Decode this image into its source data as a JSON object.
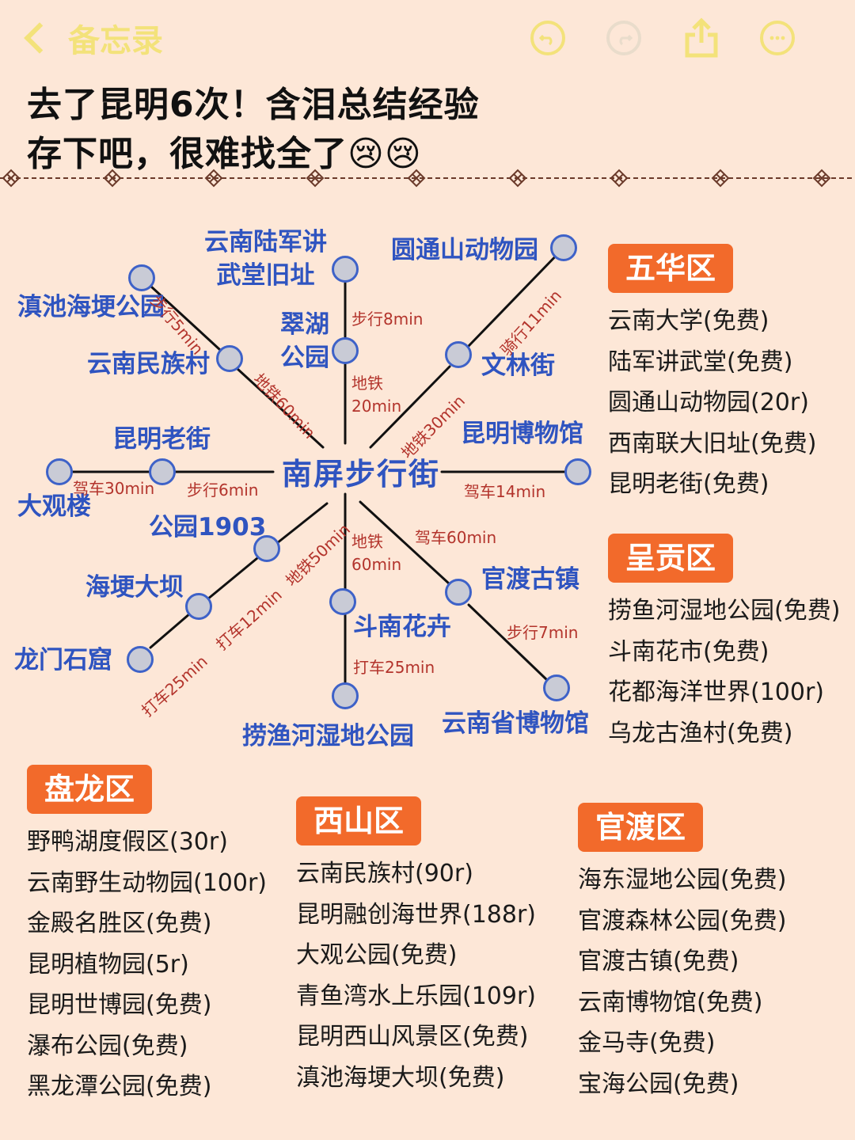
{
  "nav": {
    "back_label": "备忘录"
  },
  "colors": {
    "background": "#fde7d7",
    "accent": "#f3e27a",
    "badge": "#f26a2b",
    "place": "#2f54c0",
    "route": "#b3342c",
    "node_border": "#3e62c8",
    "node_fill": "#c9cbd6"
  },
  "toolbar": {
    "icons": [
      "undo-icon",
      "redo-icon",
      "share-icon",
      "more-icon"
    ]
  },
  "title": {
    "line1": "去了昆明6次！含泪总结经验",
    "line2": "存下吧，很难找全了😢😢"
  },
  "map": {
    "center": "南屏步行街",
    "places": {
      "dianchi": "滇池海埂公园",
      "minzucun": "云南民族村",
      "lujun": "云南陆军讲\n武堂旧址",
      "cuihu": "翠湖\n公园",
      "yuantong": "圆通山动物园",
      "wenlin": "文林街",
      "laojie": "昆明老街",
      "daguanlou": "大观楼",
      "bowuguan": "昆明博物馆",
      "park1903": "公园1903",
      "haigeng": "海埂大坝",
      "longmen": "龙门石窟",
      "dounan": "斗南花卉",
      "laoyuhe": "捞渔河湿地公园",
      "guandu": "官渡古镇",
      "provmuseum": "云南省博物馆"
    },
    "routes": {
      "r1": "步行5min",
      "r2": "地铁60min",
      "r3": "步行8min",
      "r4": "地铁\n20min",
      "r5": "骑行11min",
      "r6": "地铁30min",
      "r7": "驾车30min",
      "r8": "步行6min",
      "r9": "驾车14min",
      "r10": "地铁50min",
      "r11": "打车12min",
      "r12": "打车25min",
      "r13": "地铁\n60min",
      "r14": "打车25min",
      "r15": "驾车60min",
      "r16": "步行7min"
    }
  },
  "districts": {
    "wuhua": {
      "name": "五华区",
      "items": [
        "云南大学(免费)",
        "陆军讲武堂(免费)",
        "圆通山动物园(20r)",
        "西南联大旧址(免费)",
        "昆明老街(免费)"
      ]
    },
    "chenggong": {
      "name": "呈贡区",
      "items": [
        "捞鱼河湿地公园(免费)",
        "斗南花市(免费)",
        "花都海洋世界(100r)",
        "乌龙古渔村(免费)"
      ]
    },
    "panlong": {
      "name": "盘龙区",
      "items": [
        "野鸭湖度假区(30r)",
        "云南野生动物园(100r)",
        "金殿名胜区(免费)",
        "昆明植物园(5r)",
        "昆明世博园(免费)",
        "瀑布公园(免费)",
        "黑龙潭公园(免费)"
      ]
    },
    "xishan": {
      "name": "西山区",
      "items": [
        "云南民族村(90r)",
        "昆明融创海世界(188r)",
        "大观公园(免费)",
        "青鱼湾水上乐园(109r)",
        "昆明西山风景区(免费)",
        "滇池海埂大坝(免费)"
      ]
    },
    "guandu": {
      "name": "官渡区",
      "items": [
        "海东湿地公园(免费)",
        "官渡森林公园(免费)",
        "官渡古镇(免费)",
        "云南博物馆(免费)",
        "金马寺(免费)",
        "宝海公园(免费)"
      ]
    }
  }
}
